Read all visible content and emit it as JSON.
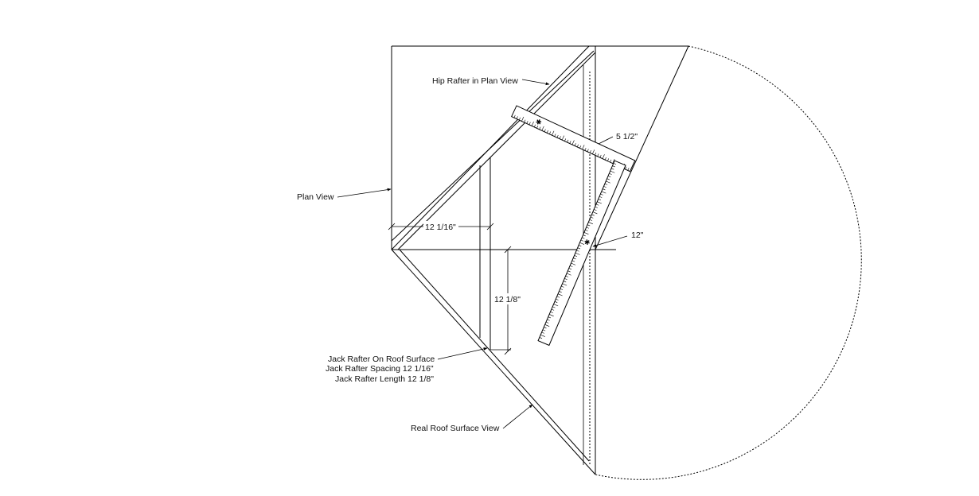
{
  "labels": {
    "hip_rafter": "Hip Rafter in Plan View",
    "plan_view": "Plan View",
    "square_tongue": "5 1/2\"",
    "square_blade": "12\"",
    "spacing_dim": "12 1/16\"",
    "length_dim": "12 1/8\"",
    "jack_line1": "Jack Rafter On Roof Surface",
    "jack_line2": "Jack Rafter Spacing 12 1/16\"",
    "jack_line3": "Jack Rafter Length 12 1/8\"",
    "real_roof": "Real Roof Surface View"
  }
}
